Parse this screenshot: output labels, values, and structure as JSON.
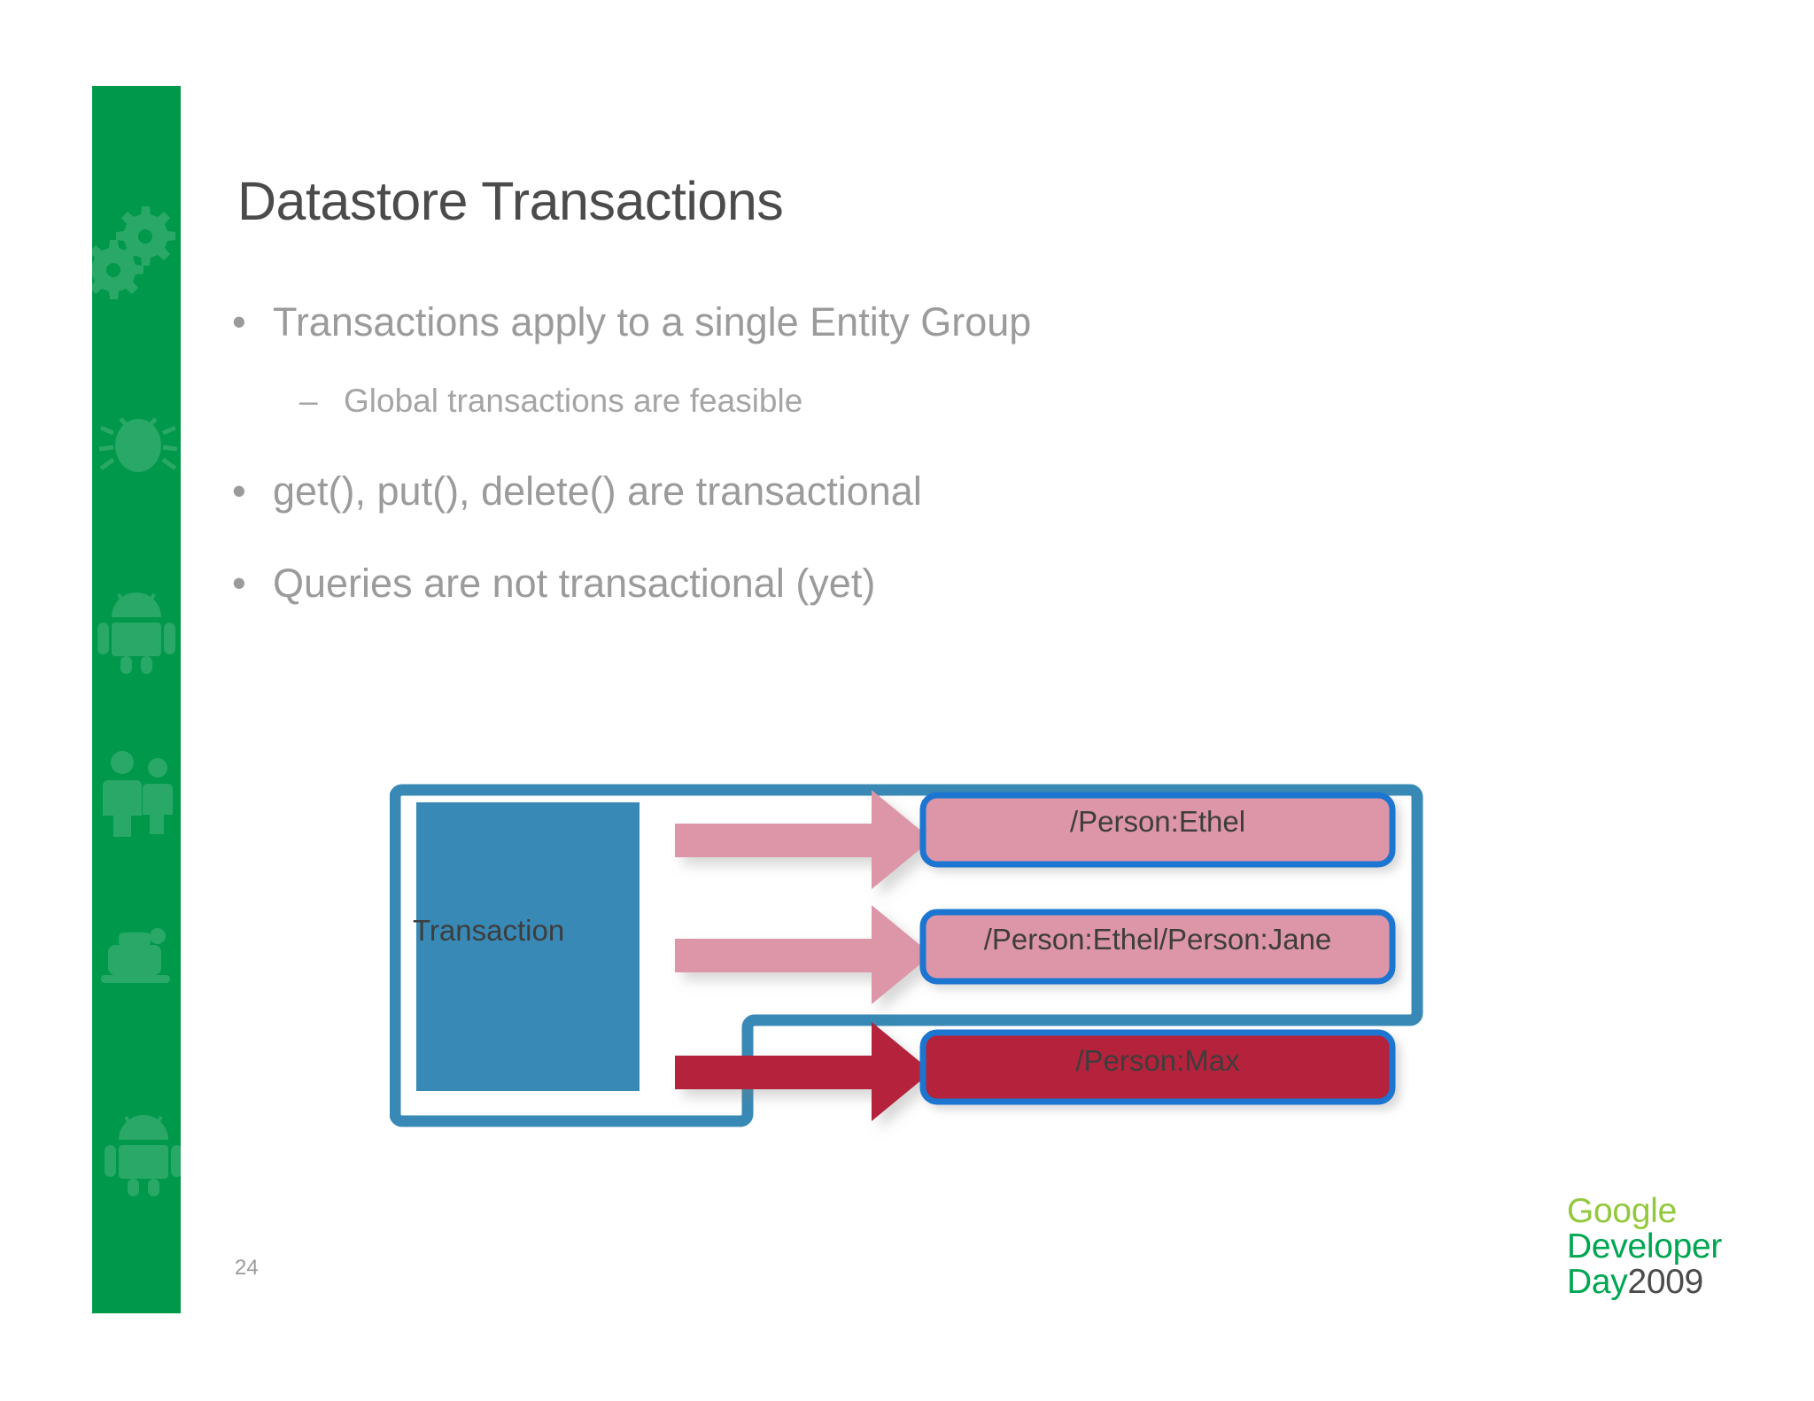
{
  "slide": {
    "title": "Datastore Transactions",
    "page_number": "24",
    "background_color": "#ffffff",
    "sidebar_color": "#00984a"
  },
  "bullets": [
    {
      "level": 1,
      "marker": "•",
      "text": "Transactions apply to a single Entity Group"
    },
    {
      "level": 2,
      "marker": "–",
      "text": "Global transactions are feasible"
    },
    {
      "level": 1,
      "marker": "•",
      "text": "get(), put(), delete() are transactional"
    },
    {
      "level": 1,
      "marker": "•",
      "text": "Queries are not transactional (yet)"
    }
  ],
  "diagram": {
    "transaction_label": "Transaction",
    "transaction_box_color": "#3889b5",
    "container_border_color": "#3889b5",
    "entities": [
      {
        "label": "/Person:Ethel",
        "fill": "#dd96a7",
        "border": "#1b75d0",
        "arrow_color": "#dd96a7",
        "in_transaction": true
      },
      {
        "label": "/Person:Ethel/Person:Jane",
        "fill": "#dd96a7",
        "border": "#1b75d0",
        "arrow_color": "#dd96a7",
        "in_transaction": true
      },
      {
        "label": "/Person:Max",
        "fill": "#b5213a",
        "border": "#1b75d0",
        "arrow_color": "#b5213a",
        "in_transaction": false
      }
    ]
  },
  "logo": {
    "line1": "Google",
    "line2": "Developer",
    "line3_word": "Day",
    "line3_year": "2009",
    "color_google": "#93c83e",
    "color_developer": "#00a651",
    "color_year": "#4b4b4b"
  }
}
